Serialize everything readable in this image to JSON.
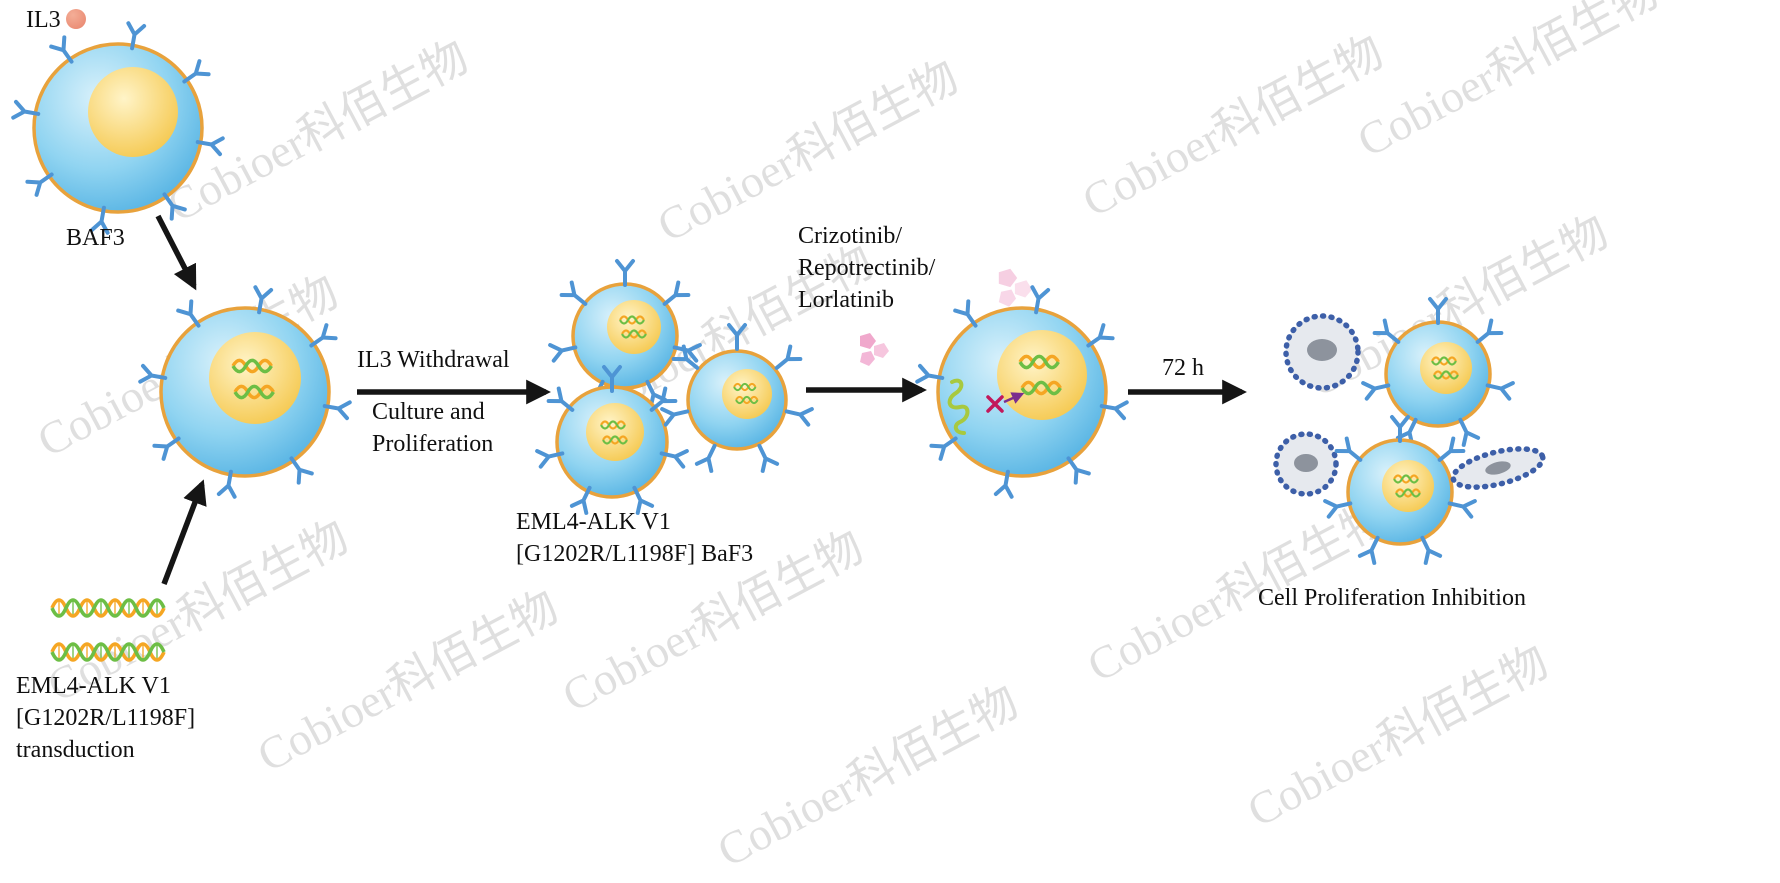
{
  "watermark": {
    "text": "Cobioer科佰生物"
  },
  "labels": {
    "il3": "IL3",
    "baf3": "BAF3",
    "transduction": [
      "EML4-ALK V1",
      "[G1202R/L1198F]",
      "transduction"
    ],
    "il3_withdrawal": "IL3 Withdrawal",
    "culture": [
      "Culture and",
      "Proliferation"
    ],
    "cluster": [
      "EML4-ALK V1",
      "[G1202R/L1198F] BaF3"
    ],
    "drugs": [
      "Crizotinib/",
      "Repotrectinib/",
      "Lorlatinib"
    ],
    "duration": "72 h",
    "result": "Cell Proliferation Inhibition"
  },
  "colors": {
    "membrane": "#E8A23C",
    "receptor": "#4E94D4",
    "dna_orange": "#F5A623",
    "dna_green": "#6DBE45",
    "arrow": "#151515",
    "il3_dot": "#E8836B",
    "apop_border": "#3D5FA8",
    "apop_fill": "#E6E9EE",
    "apop_nucleus": "#8D939D",
    "drug_pink": "#F0A8CC",
    "inhibit_red": "#C2185B",
    "inhibit_arrow": "#7B2E8E",
    "watermark_grey": "#8F8F8F"
  }
}
